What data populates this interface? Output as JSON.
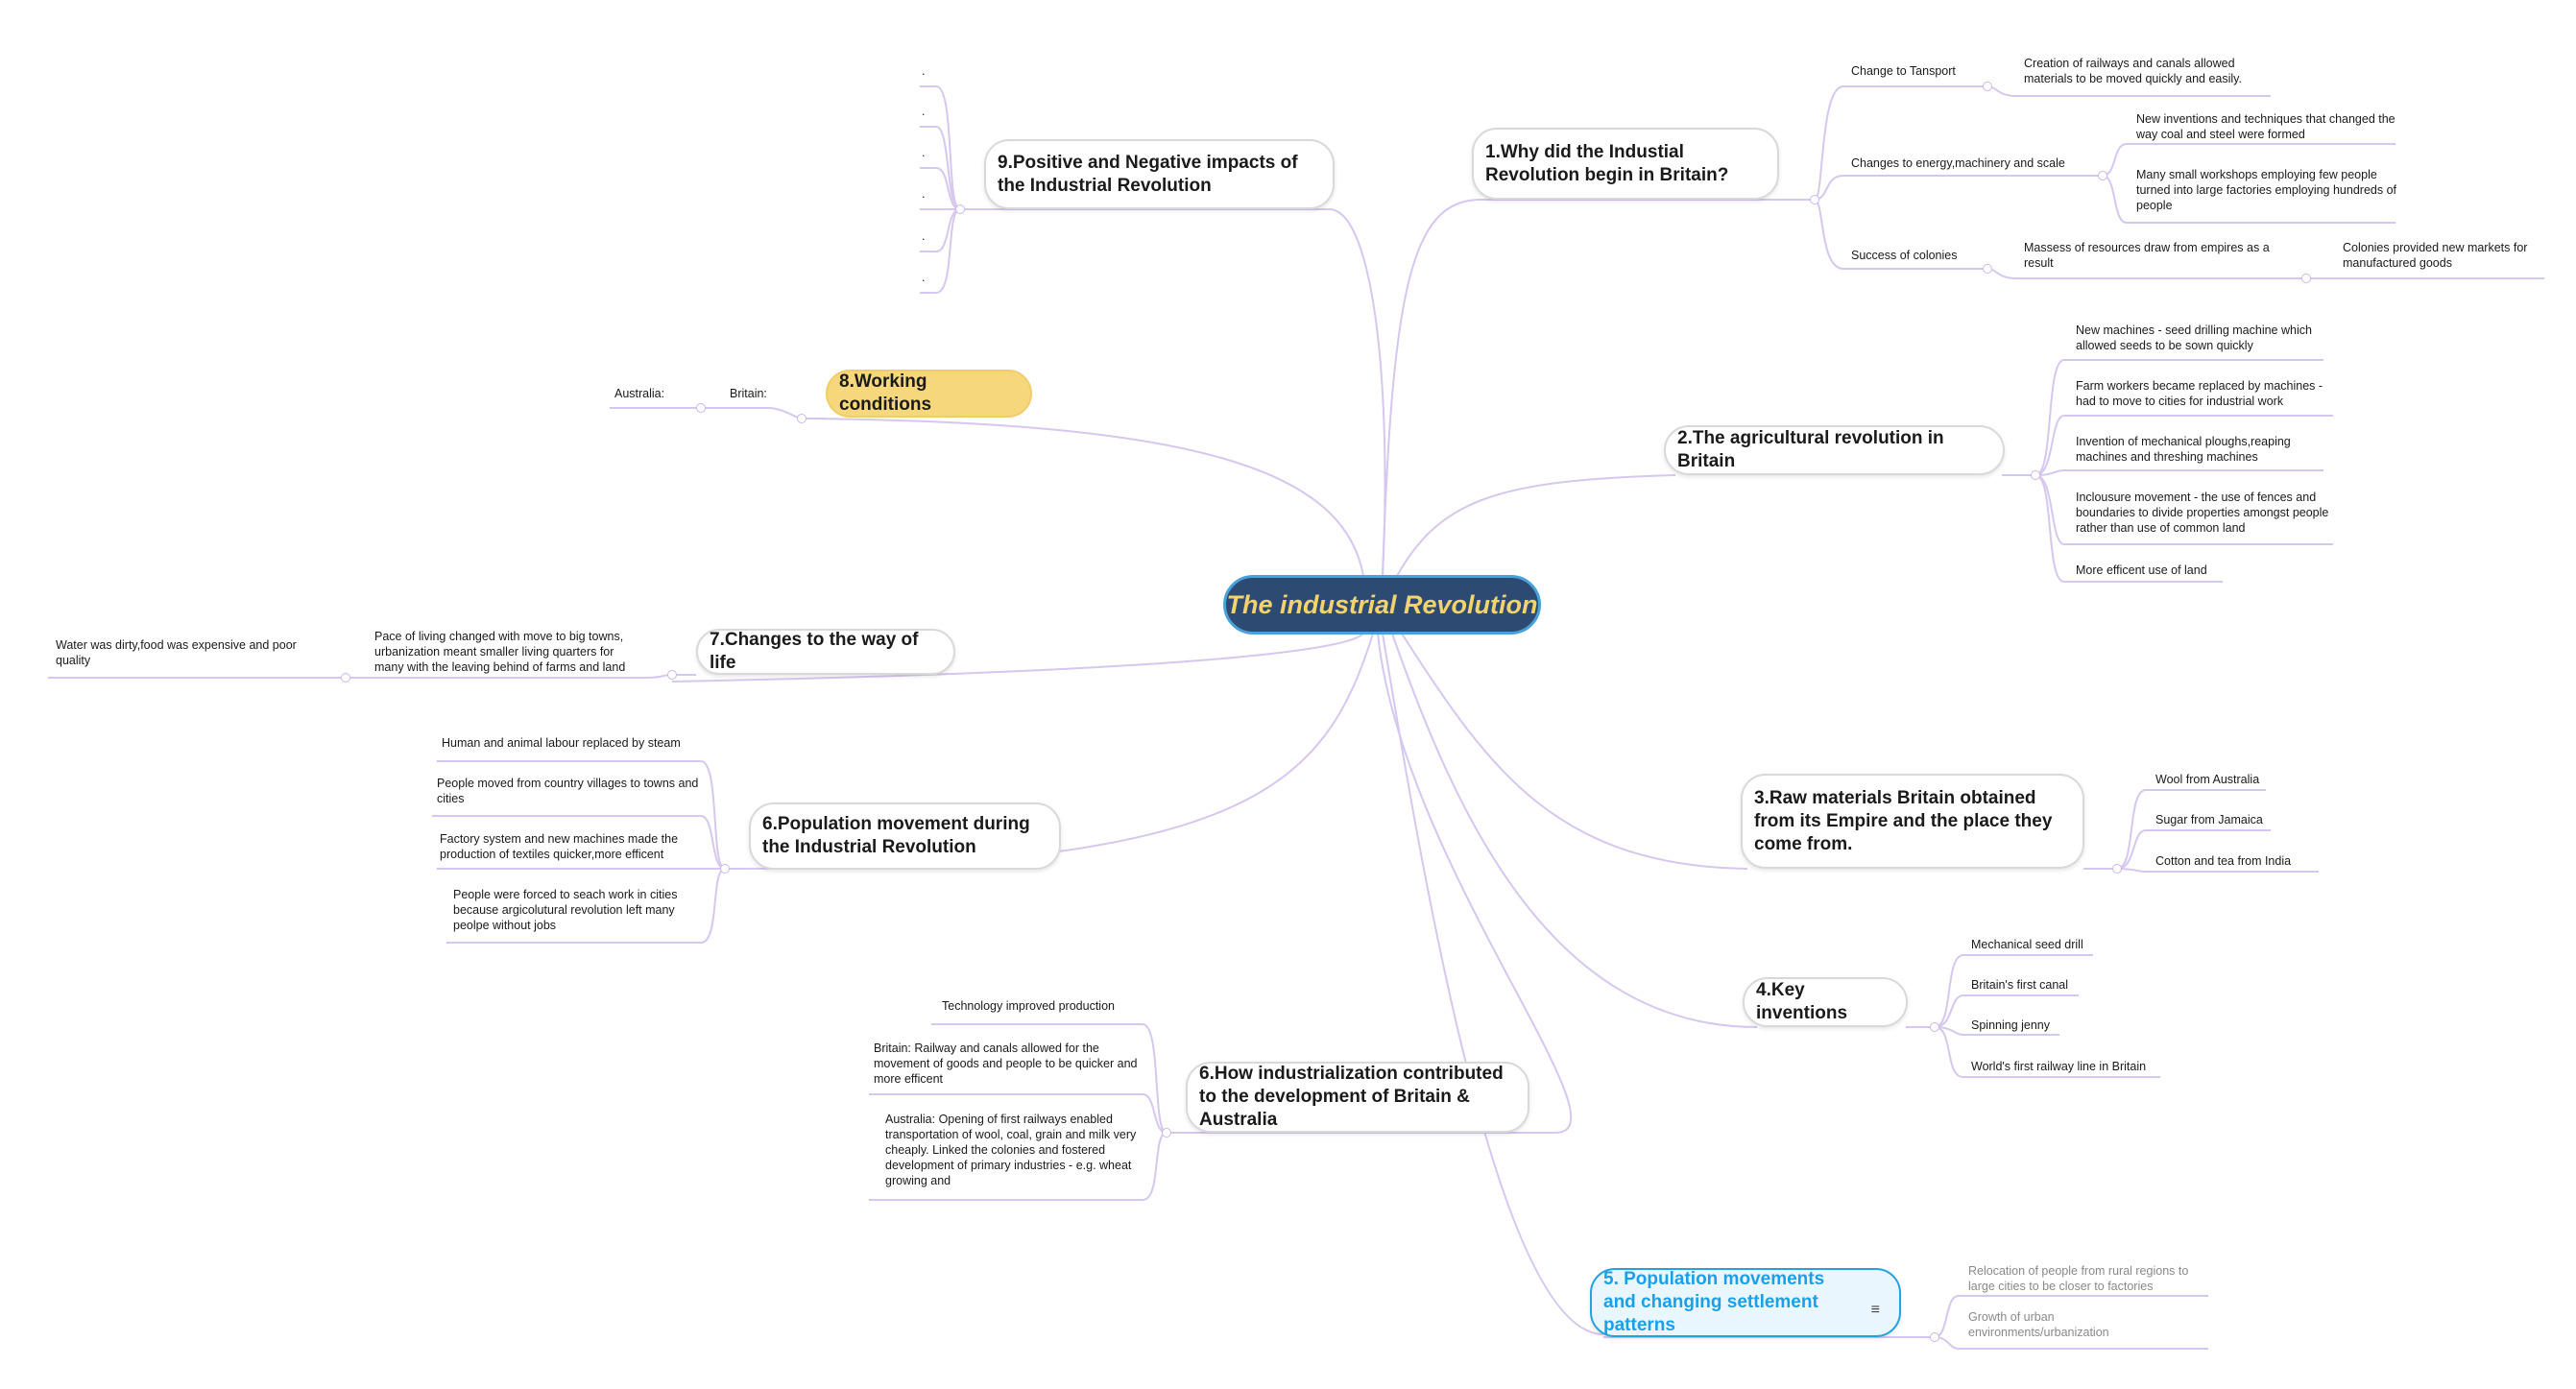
{
  "central": "The industrial Revolution",
  "topics": {
    "t1": {
      "title": "1.Why did the Industial Revolution begin in Britain?",
      "subs": [
        {
          "label": "Change to Tansport",
          "children": [
            "Creation of railways and canals allowed materials to be moved quickly and easily."
          ]
        },
        {
          "label": "Changes to energy,machinery and scale",
          "children": [
            "New inventions and techniques that changed the way coal and steel were formed",
            "Many small workshops employing few people turned into large factories employing hundreds of people"
          ]
        },
        {
          "label": "Success of colonies",
          "children": [
            "Massess of resources draw from empires as a result"
          ],
          "grandchild": "Colonies provided new markets for manufactured goods"
        }
      ]
    },
    "t2": {
      "title": "2.The agricultural revolution in Britain",
      "children": [
        "New machines - seed drilling machine which allowed seeds to be sown quickly",
        "Farm workers became replaced by machines - had to move to cities for industrial work",
        "Invention of mechanical ploughs,reaping machines and threshing machines",
        "Inclousure movement - the use of fences and boundaries to divide properties amongst people rather than use of common land",
        "More efficent use of land"
      ]
    },
    "t3": {
      "title": "3.Raw materials Britain obtained from its Empire and the place they come from.",
      "children": [
        "Wool from Australia",
        "Sugar from Jamaica",
        "Cotton and tea from India"
      ]
    },
    "t4": {
      "title": "4.Key inventions",
      "children": [
        "Mechanical seed drill",
        "Britain's first canal",
        "Spinning jenny",
        "World's first railway line in Britain"
      ]
    },
    "t5": {
      "title": "5. Population movements and changing settlement patterns",
      "note_icon": "note-icon",
      "children": [
        "Relocation of people from rural regions to large cities to be closer to factories",
        "Growth of urban environments/urbanization"
      ]
    },
    "t6b": {
      "title": "6.How industrialization contributed to the development of Britain & Australia",
      "children": [
        "Technology improved production",
        "Britain: Railway and canals allowed for the movement of goods and people to be quicker and more efficent",
        "Australia: Opening of first railways enabled transportation of wool, coal, grain and milk very cheaply. Linked the colonies and fostered development of primary industries - e.g. wheat growing and"
      ]
    },
    "t6a": {
      "title": "6.Population movement during the Industrial Revolution",
      "children": [
        "Human and animal labour replaced by steam",
        "People moved from country villages to towns and cities",
        "Factory system and new machines made the production of textiles quicker,more efficent",
        "People were forced to seach work in cities because argicolutural revolution left many peolpe without jobs"
      ]
    },
    "t7": {
      "title": "7.Changes to the way of life",
      "child": "Pace of living changed with move to big towns, urbanization meant smaller living quarters for many with the leaving behind of farms and land",
      "grandchild": "Water was dirty,food was expensive and poor quality"
    },
    "t8": {
      "title": "8.Working conditions",
      "child": "Britain:",
      "grandchild": "Australia:"
    },
    "t9": {
      "title": "9.Positive and Negative impacts of the Industrial Revolution",
      "children": [
        ".",
        ".",
        ".",
        ".",
        ".",
        "."
      ]
    }
  },
  "colors": {
    "central_fill": "#2d4a73",
    "central_text": "#f3d36b",
    "central_border": "#4aa0db",
    "line": "#d6c7ee",
    "highlight_topic": "#f7d77c",
    "note_topic": "#1aa0e6"
  }
}
